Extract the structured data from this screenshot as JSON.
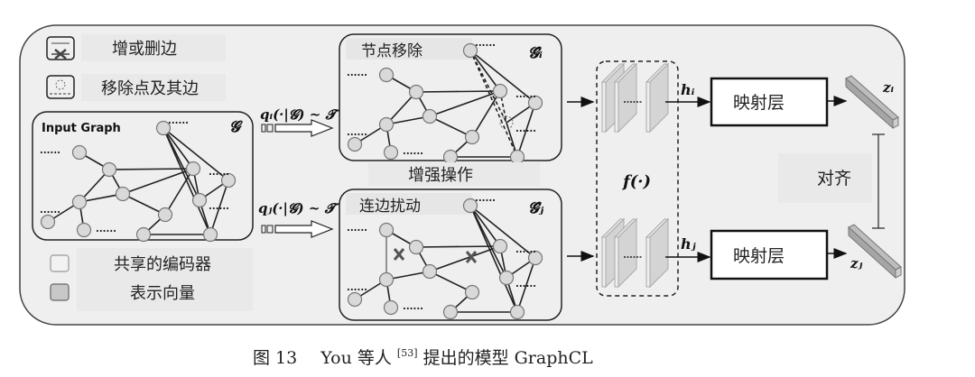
{
  "legend": {
    "edge_op": "增或删边",
    "node_op": "移除点及其边",
    "encoder": "共享的编码器",
    "vector": "表示向量"
  },
  "input_graph": {
    "title": "Input Graph",
    "symbol": "𝓖",
    "ellipsis": "......"
  },
  "augmentation": {
    "label": "增强操作",
    "top": {
      "title": "节点移除",
      "symbol": "𝓖̂ᵢ",
      "sampler": "qᵢ(·|𝓖) ~ 𝓣"
    },
    "bottom": {
      "title": "连边扰动",
      "symbol": "𝓖̂ⱼ",
      "sampler": "qⱼ(·|𝓖) ~ 𝓣"
    }
  },
  "encoder": {
    "label": "f(·)",
    "out_top": "hᵢ",
    "out_bottom": "hⱼ"
  },
  "projection": {
    "top_label": "映射层",
    "bottom_label": "映射层"
  },
  "vectors": {
    "top": "zᵢ",
    "bottom": "zⱼ"
  },
  "alignment": {
    "label": "对齐"
  },
  "caption": {
    "prefix": "图 13",
    "text1": "You 等人",
    "ref": "[53]",
    "text2": "提出的模型 GraphCL"
  },
  "colors": {
    "frame_bg": "#efefef",
    "node_fill": "#d9d9d9",
    "cuboid": "#a6a6a6",
    "stroke": "#222222"
  }
}
